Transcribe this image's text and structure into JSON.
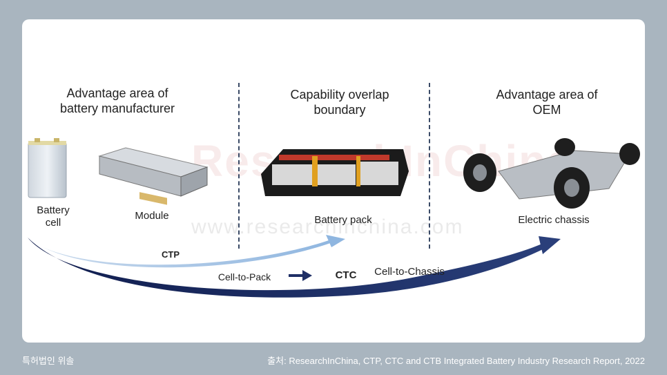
{
  "headings": {
    "manufacturer": "Advantage area of\nbattery manufacturer",
    "overlap": "Capability overlap\nboundary",
    "oem": "Advantage area of\nOEM"
  },
  "components": {
    "cell": "Battery\ncell",
    "module": "Module",
    "pack": "Battery pack",
    "chassis": "Electric chassis"
  },
  "arrows": {
    "ctp_abbr": "CTP",
    "ctp_full": "Cell-to-Pack",
    "ctc_abbr": "CTC",
    "ctc_full": "Cell-to-Chassis"
  },
  "watermark": {
    "brand": "ResearchInChina",
    "url": "www.researchinchina.com"
  },
  "footer": {
    "left": "특허법인 위솔",
    "source": "출처: ResearchInChina, CTP, CTC and CTB Integrated Battery Industry Research Report, 2022"
  },
  "colors": {
    "background": "#a9b5bf",
    "ctc_arrow": "#1f2f66",
    "ctp_arrow": "#8fb6e0"
  }
}
